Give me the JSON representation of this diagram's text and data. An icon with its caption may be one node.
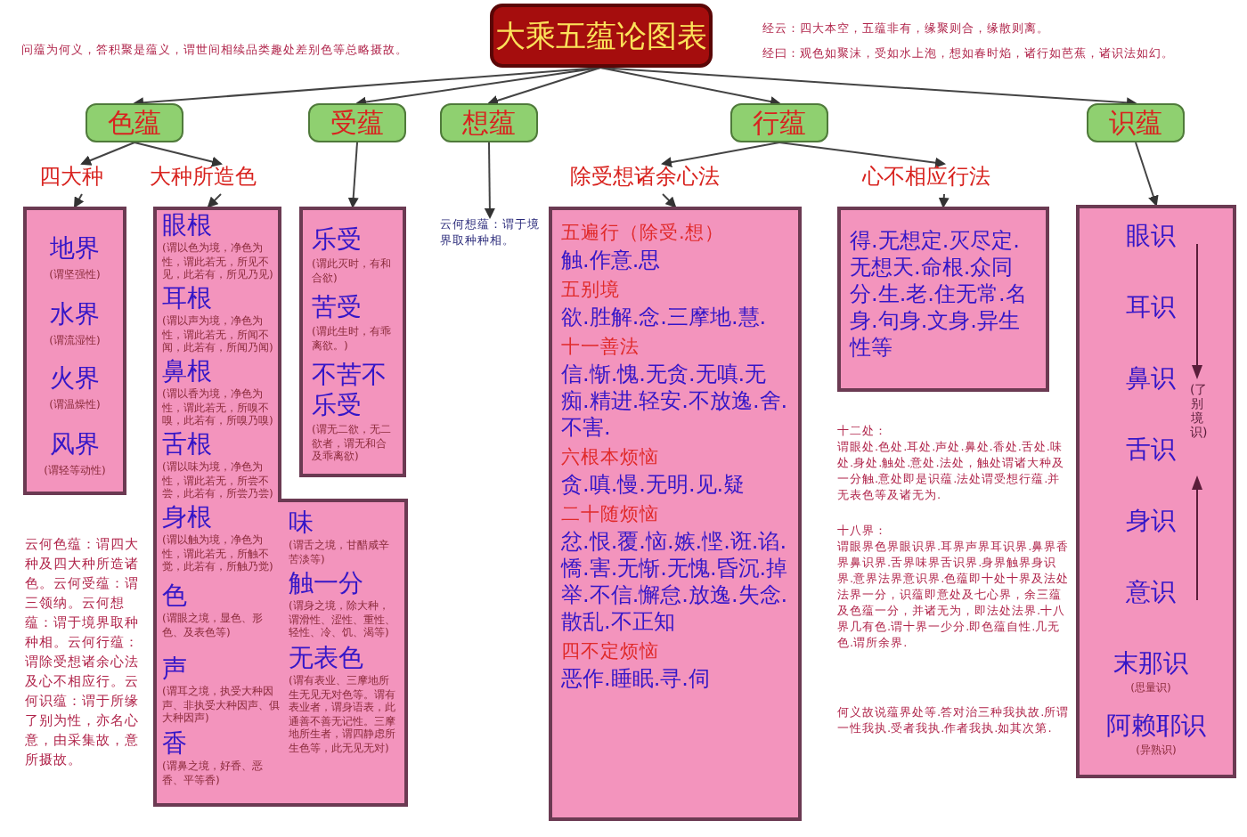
{
  "diagram": {
    "nodes": [
      {
        "text": [
          "大乘五蕴论图表"
        ]
      },
      {
        "text": [
          "色蕴"
        ]
      },
      {
        "text": [
          "受蕴"
        ]
      },
      {
        "text": [
          "想蕴"
        ]
      },
      {
        "text": [
          "行蕴"
        ]
      },
      {
        "text": [
          "识蕴"
        ]
      },
      {
        "text": [
          "四大种"
        ]
      },
      {
        "text": [
          "大种所造色"
        ]
      },
      {
        "text": [
          "除受想诸余心法"
        ]
      },
      {
        "text": [
          "心不相应行法"
        ]
      },
      {
        "text": [
          "地界",
          "(谓坚强性)",
          "水界",
          "(谓流湿性)",
          "火界",
          "(谓温燥性)",
          "风界",
          "(谓轻等动性)"
        ]
      },
      {
        "text": [
          "眼根",
          "(谓以色为境，净色为性，谓此若无，所见不见，此若有，所见乃见)",
          "耳根",
          "(谓以声为境，净色为性，谓此若无，所闻不闻，此若有，所闻乃闻)",
          "鼻根",
          "(谓以香为境，净色为性，谓此若无，所嗅不嗅，此若有，所嗅乃嗅)",
          "舌根",
          "(谓以味为境，净色为性，谓此若无，所尝不尝，此若有，所尝乃尝)",
          "身根",
          "(谓以触为境，净色为性，谓此若无，所触不觉，此若有，所触乃觉)",
          "色",
          "(谓眼之境，显色、形色、及表色等)",
          "声",
          "(谓耳之境，执受大种因声、非执受大种因声、俱大种因声)",
          "香",
          "(谓鼻之境，好香、恶香、平等香)",
          "味",
          "(谓舌之境，甘醋咸辛苦淡等)",
          "触一分",
          "(谓身之境，除大种，谓滑性、涩性、重性、轻性、冷、饥、渴等)",
          "无表色",
          "(谓有表业、三摩地所生无见无对色等。谓有表业者，谓身语表，此通善不善无记性。三摩地所生者，谓四静虑所生色等，此无见无对)"
        ]
      },
      {
        "text": [
          "乐受",
          "(谓此灭时，有和合欲)",
          "苦受",
          "(谓此生时，有乖离欲。)",
          "不苦不乐受",
          "(谓无二欲，无二欲者，谓无和合及乖离欲)"
        ]
      },
      {
        "text": [
          "云何想蕴：谓于境界取种种相。"
        ]
      },
      {
        "text": [
          "五遍行（除受.想）",
          "触.作意.思",
          "五别境",
          "欲.胜解.念.三摩地.慧.",
          "十一善法",
          "信.惭.愧.无贪.无嗔.无痴.精进.轻安.不放逸.舍.不害.",
          "六根本烦恼",
          "贪.嗔.慢.无明.见.疑",
          "二十随烦恼",
          "忿.恨.覆.恼.嫉.悭.诳.谄.憍.害.无惭.无愧.昏沉.掉举.不信.懈怠.放逸.失念.散乱.不正知",
          "四不定烦恼",
          "恶作.睡眠.寻.伺"
        ]
      },
      {
        "text": [
          "得.无想定.灭尽定.无想天.命根.众同分.生.老.住无常.名身.句身.文身.异生性等"
        ]
      },
      {
        "text": [
          "眼识",
          "耳识",
          "鼻识",
          "舌识",
          "身识",
          "意识",
          "末那识",
          "(思量识)",
          "阿赖耶识",
          "(异熟识)",
          "(了别境识)"
        ]
      }
    ],
    "edges": [
      {
        "from": 0,
        "to": 1,
        "arrow": "to"
      },
      {
        "from": 0,
        "to": 2,
        "arrow": "to"
      },
      {
        "from": 0,
        "to": 3,
        "arrow": "to"
      },
      {
        "from": 0,
        "to": 4,
        "arrow": "to"
      },
      {
        "from": 0,
        "to": 5,
        "arrow": "to"
      },
      {
        "from": 1,
        "to": 6,
        "arrow": "to"
      },
      {
        "from": 1,
        "to": 7,
        "arrow": "to"
      },
      {
        "from": 4,
        "to": 8,
        "arrow": "to"
      },
      {
        "from": 4,
        "to": 9,
        "arrow": "to"
      },
      {
        "from": 6,
        "to": 10,
        "arrow": "to"
      },
      {
        "from": 7,
        "to": 11,
        "arrow": "to"
      },
      {
        "from": 2,
        "to": 12,
        "arrow": "to"
      },
      {
        "from": 3,
        "to": 13,
        "arrow": "to"
      },
      {
        "from": 8,
        "to": 14,
        "arrow": "to"
      },
      {
        "from": 9,
        "to": 15,
        "arrow": "to"
      },
      {
        "from": 5,
        "to": 16,
        "arrow": "to"
      }
    ],
    "labels": [
      "问蕴为何义，答积聚是蕴义，谓世间相续品类趣处差别色等总略摄故。",
      "经云：四大本空，五蕴非有，缘聚则合，缘散则离。",
      "经曰：观色如聚沫，受如水上泡，想如春时焰，诸行如芭蕉，诸识法如幻。",
      "云何色蕴：谓四大种及四大种所造诸色。云何受蕴：谓三领纳。云何想蕴：谓于境界取种种相。云何行蕴：谓除受想诸余心法及心不相应行。云何识蕴：谓于所缘了别为性，亦名心意，由采集故，意所摄故。",
      "十二处：",
      "谓眼处.色处.耳处.声处.鼻处.香处.舌处.味处.身处.触处.意处.法处，触处谓诸大种及一分触.意处即是识蕴.法处谓受想行蕴.并无表色等及诸无为.",
      "十八界：",
      "谓眼界色界眼识界.耳界声界耳识界.鼻界香界鼻识界.舌界味界舌识界.身界触界身识界.意界法界意识界.色蕴即十处十界及法处法界一分，识蕴即意处及七心界，余三蕴及色蕴一分，并诸无为，即法处法界.十八界几有色.谓十界一少分.即色蕴自性.几无色.谓所余界.",
      "何义故说蕴界处等.答对治三种我执故.所谓一性我执.受者我执.作者我执.如其次第."
    ]
  }
}
